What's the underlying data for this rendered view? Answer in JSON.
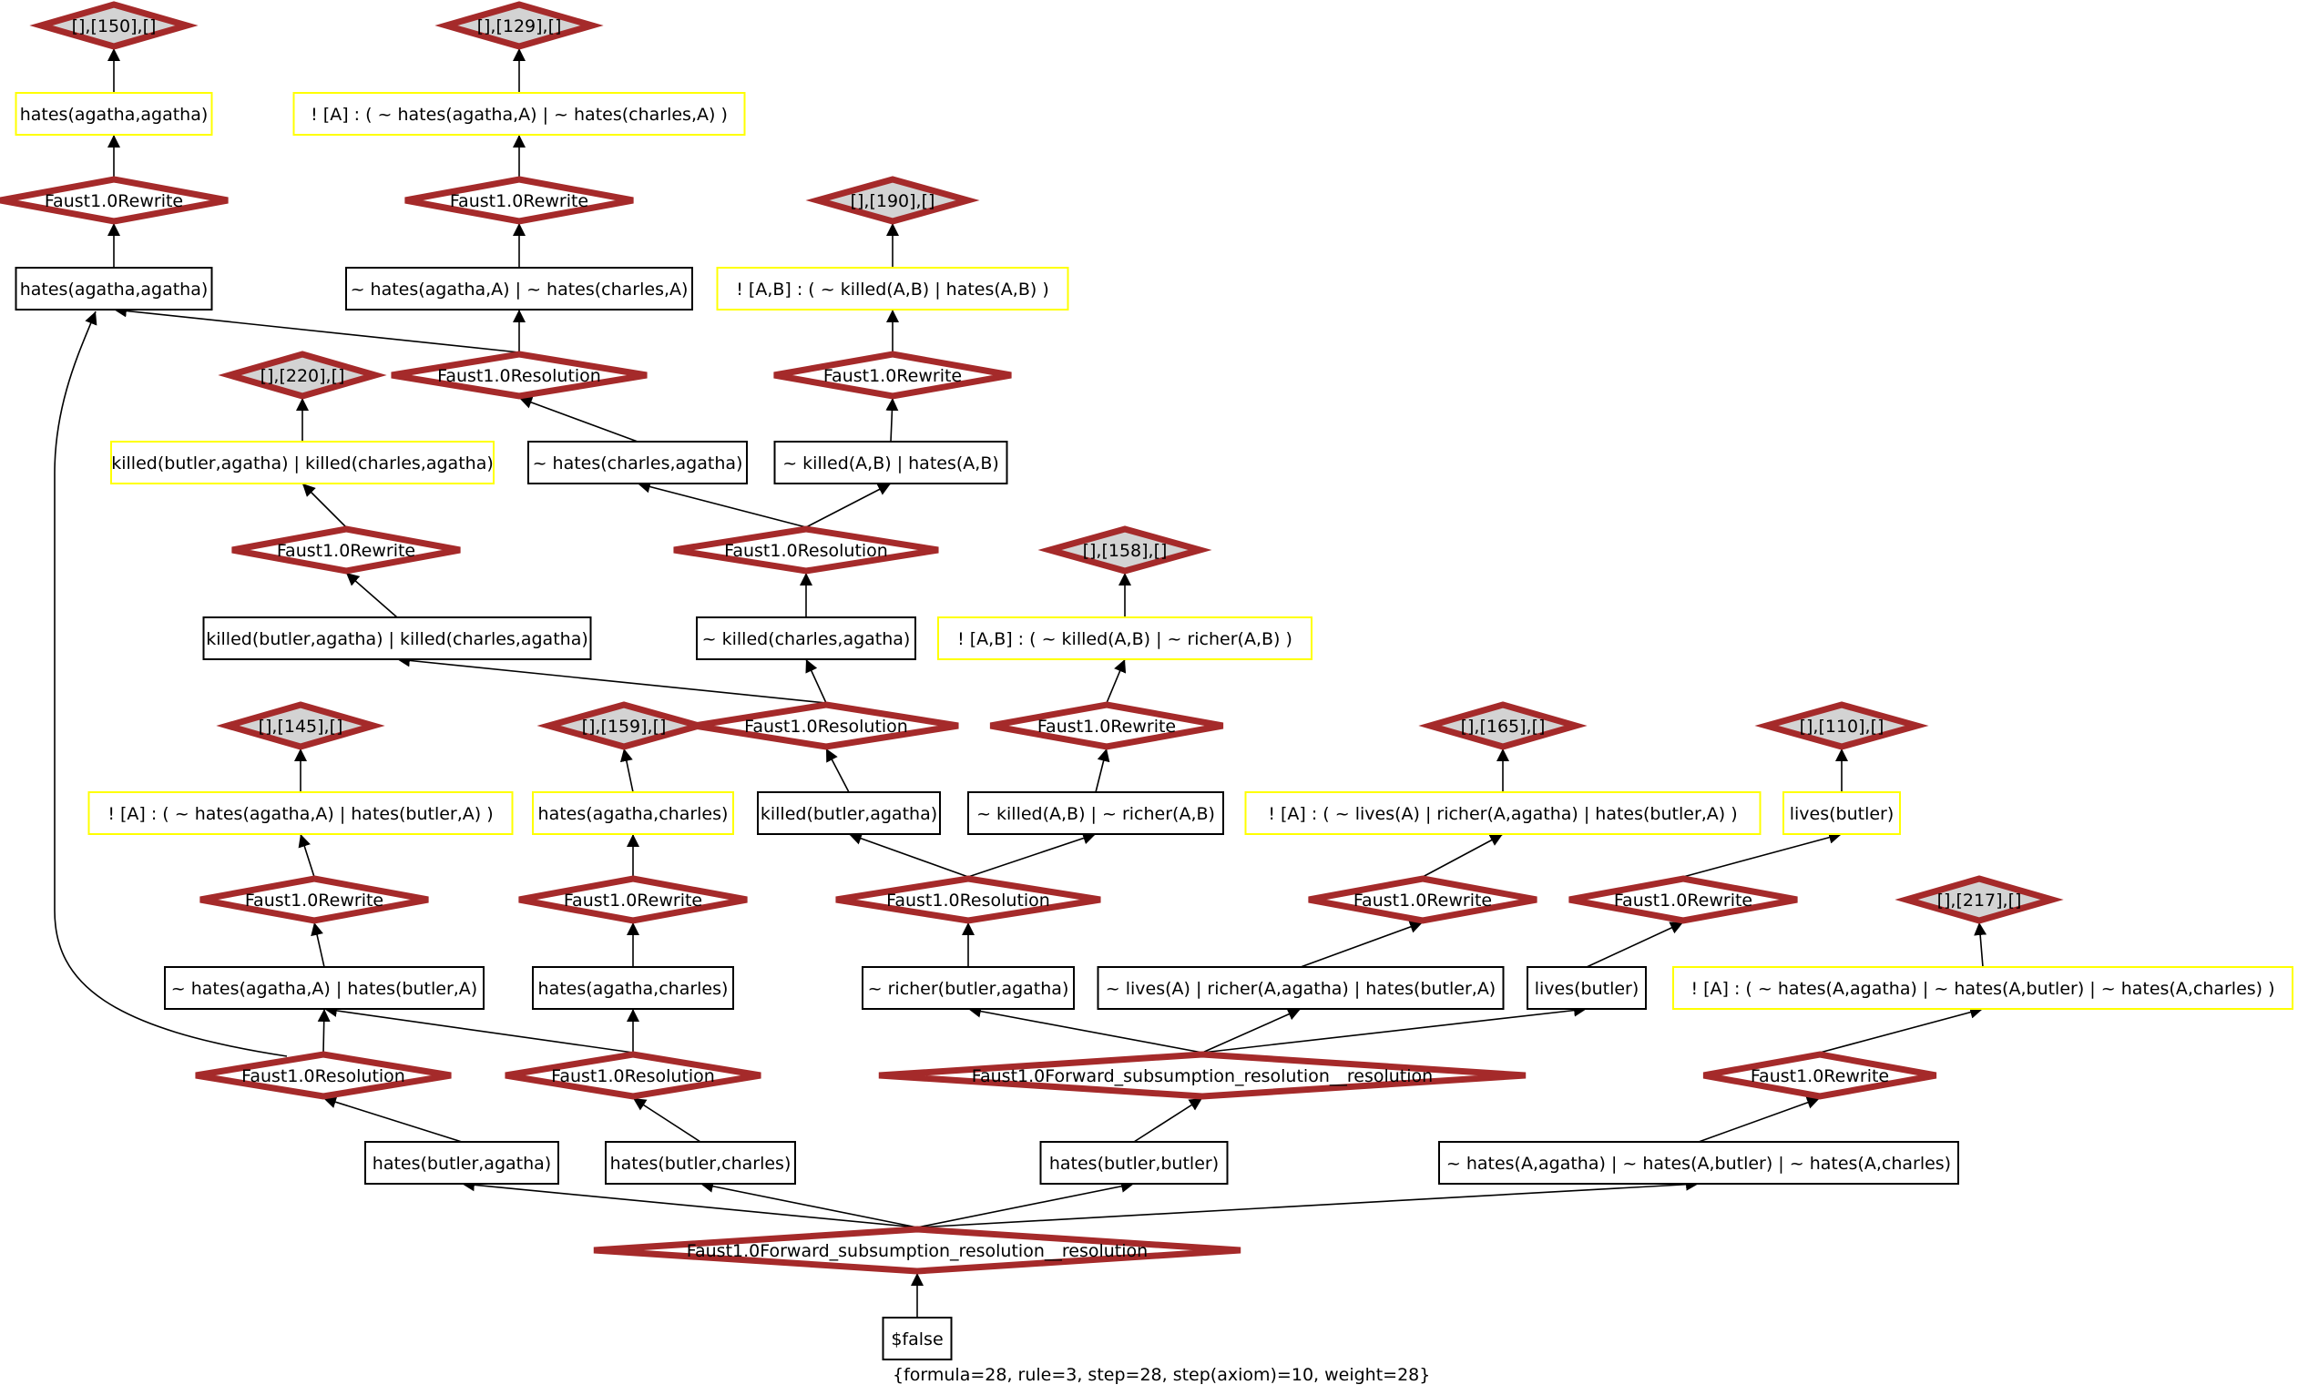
{
  "colors": {
    "formula_stroke": "#000000",
    "axiom_stroke": "#ffff00",
    "rule_stroke": "#a52a2a",
    "leaf_fill": "#d3d3d3",
    "edge": "#000000",
    "background": "#ffffff"
  },
  "nodes": {
    "t150": "[],[150],[]",
    "a1": "hates(agatha,agatha)",
    "rw1": "Faust1.0Rewrite",
    "f1": "hates(agatha,agatha)",
    "t129": "[],[129],[]",
    "a2": "! [A] :    ( ~ hates(agatha,A)   | ~ hates(charles,A) )",
    "rw2": "Faust1.0Rewrite",
    "f2": "~ hates(agatha,A)  | ~ hates(charles,A)",
    "t190": "[],[190],[]",
    "a3": "! [A,B] :    ( ~ killed(A,B)   | hates(A,B) )",
    "rw3": "Faust1.0Rewrite",
    "res1": "Faust1.0Resolution",
    "t220": "[],[220],[]",
    "a4": "killed(butler,agatha) | killed(charles,agatha)",
    "f3": "~ hates(charles,agatha)",
    "f4": "~ killed(A,B)  | hates(A,B)",
    "rw4": "Faust1.0Rewrite",
    "res2": "Faust1.0Resolution",
    "t158": "[],[158],[]",
    "f5": "killed(butler,agatha)  | killed(charles,agatha)",
    "f6": "~ killed(charles,agatha)",
    "a5": "! [A,B] :    ( ~ killed(A,B)   | ~ richer(A,B) )",
    "t145": "[],[145],[]",
    "t159": "[],[159],[]",
    "res3": "Faust1.0Resolution",
    "rw5": "Faust1.0Rewrite",
    "t165": "[],[165],[]",
    "t110": "[],[110],[]",
    "a6": "! [A] :    ( ~ hates(agatha,A)   | hates(butler,A) )",
    "a7": "hates(agatha,charles)",
    "f7": "killed(butler,agatha)",
    "f8": "~ killed(A,B)  | ~ richer(A,B)",
    "a8": "! [A] :    ( ~ lives(A)   | richer(A,agatha)   | hates(butler,A) )",
    "a9": "lives(butler)",
    "rw6": "Faust1.0Rewrite",
    "rw7": "Faust1.0Rewrite",
    "res4": "Faust1.0Resolution",
    "rw8": "Faust1.0Rewrite",
    "rw9": "Faust1.0Rewrite",
    "t217": "[],[217],[]",
    "f9": "~ hates(agatha,A)  | hates(butler,A)",
    "f10": "hates(agatha,charles)",
    "f11": "~ richer(butler,agatha)",
    "f12": "~ lives(A)  | richer(A,agatha)  | hates(butler,A)",
    "f13": "lives(butler)",
    "a10": "! [A] :    ( ~ hates(A,agatha)   | ~ hates(A,butler)   | ~ hates(A,charles) )",
    "res5": "Faust1.0Resolution",
    "res6": "Faust1.0Resolution",
    "fsr1": "Faust1.0Forward_subsumption_resolution__resolution",
    "rw10": "Faust1.0Rewrite",
    "f14": "hates(butler,agatha)",
    "f15": "hates(butler,charles)",
    "f16": "hates(butler,butler)",
    "f17": "~ hates(A,agatha)  | ~ hates(A,butler)  | ~ hates(A,charles)",
    "fsr2": "Faust1.0Forward_subsumption_resolution__resolution",
    "ffalse": "$false"
  },
  "caption": "{formula=28, rule=3, step=28, step(axiom)=10, weight=28}"
}
